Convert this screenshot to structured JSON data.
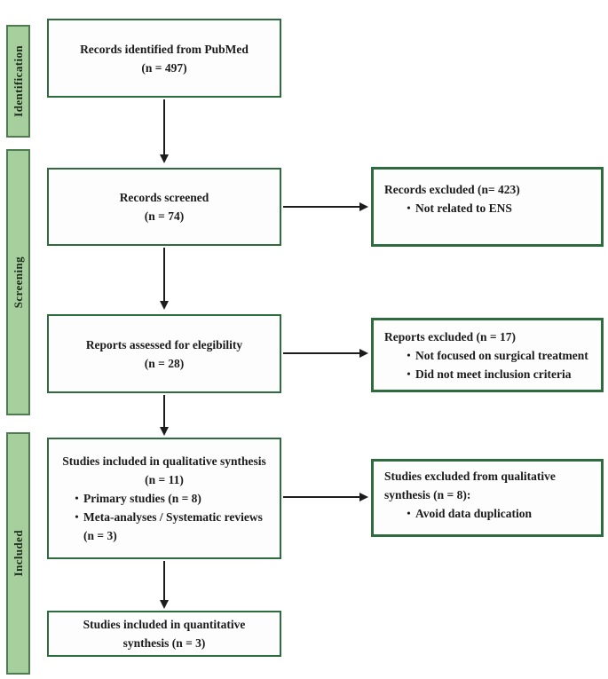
{
  "diagram": {
    "kind": "prisma-flow-diagram",
    "colors": {
      "box_border_green": "#2e6b3e",
      "sidebar_fill_green": "#a6cf9d",
      "sidebar_border_green": "#4d7c50",
      "arrow_black": "#1c1c1c",
      "text_black": "#1b1b1b"
    },
    "stages": [
      "Identification",
      "Screening",
      "Included"
    ],
    "main_boxes": [
      {
        "id": "identified",
        "lines": [
          "Records identified from PubMed",
          "(n = 497)"
        ]
      },
      {
        "id": "screened",
        "lines": [
          "Records screened",
          "(n = 74)"
        ]
      },
      {
        "id": "assessed",
        "lines": [
          "Reports assessed for elegibility",
          "(n = 28)"
        ]
      },
      {
        "id": "qualitative",
        "title_lines": [
          "Studies included in qualitative synthesis",
          "(n = 11)"
        ],
        "bullets": [
          "Primary studies (n = 8)",
          "Meta-analyses / Systematic reviews\n(n = 3)"
        ]
      },
      {
        "id": "quantitative",
        "lines": [
          "Studies included in quantitative",
          "synthesis (n = 3)"
        ]
      }
    ],
    "side_boxes": [
      {
        "id": "records-excluded",
        "title_lines": [
          "Records excluded (n= 423)"
        ],
        "bullets": [
          "Not related to ENS"
        ]
      },
      {
        "id": "reports-excluded",
        "title_lines": [
          "Reports excluded (n = 17)"
        ],
        "bullets": [
          "Not focused on surgical treatment",
          "Did not meet inclusion criteria"
        ]
      },
      {
        "id": "studies-excluded",
        "title_lines": [
          "Studies excluded from qualitative",
          "synthesis (n = 8):"
        ],
        "bullets": [
          "Avoid data duplication"
        ]
      }
    ],
    "bullet_glyph": "•"
  }
}
